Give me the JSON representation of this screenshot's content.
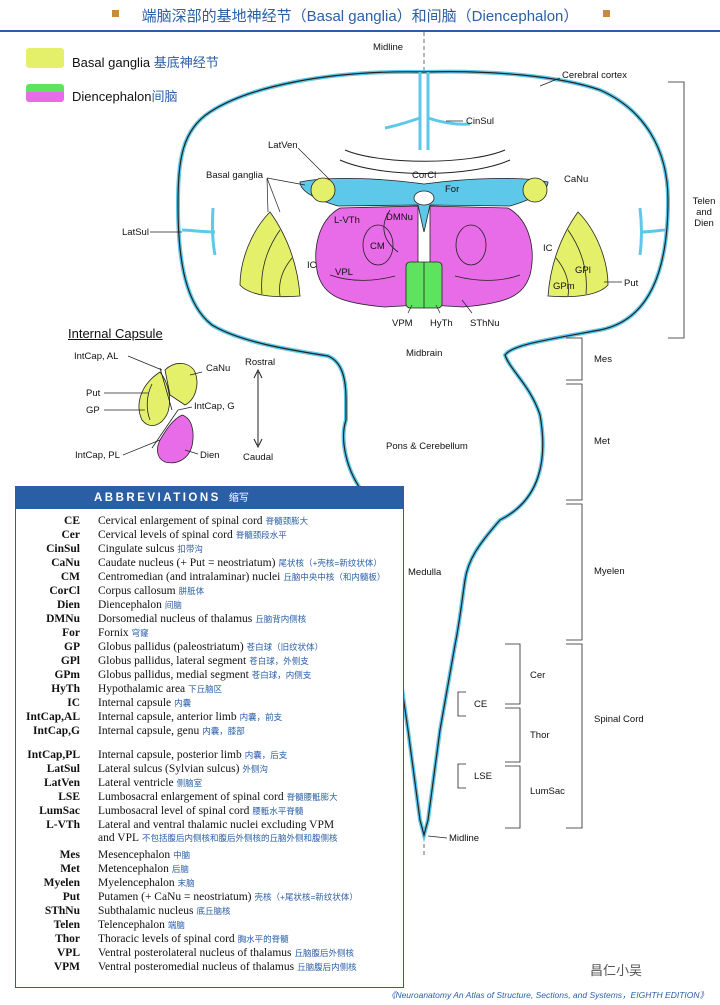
{
  "header": {
    "title": "端脑深部的基地神经节（Basal ganglia）和间脑（Diencephalon）"
  },
  "legend": {
    "items": [
      {
        "label": "Basal ganglia",
        "label_cn": "基底神经节",
        "color": "#e4f06a"
      },
      {
        "label": "Diencephalon",
        "label_cn": "间脑",
        "color": "#e86be8",
        "color2": "#5ee35e"
      }
    ]
  },
  "colors": {
    "ventricle": "#5ec8ea",
    "basal": "#e4f06a",
    "dien": "#e86be8",
    "hyth": "#5ee35e",
    "outline": "#222222",
    "accent": "#2a5fa6"
  },
  "labels": {
    "midline_top": "Midline",
    "cerebral_cortex": "Cerebral cortex",
    "cinsul": "CinSul",
    "latven": "LatVen",
    "basal_ganglia": "Basal ganglia",
    "corcl": "CorCl",
    "canu": "CaNu",
    "for": "For",
    "latsul": "LatSul",
    "lvth": "L-VTh",
    "dmnu": "DMNu",
    "cm": "CM",
    "ic_left": "IC",
    "ic_right": "IC",
    "vpl": "VPL",
    "gpl": "GPl",
    "gpm": "GPm",
    "put": "Put",
    "vpm": "VPM",
    "hyth": "HyTh",
    "sthnu": "SThNu",
    "midbrain": "Midbrain",
    "pons": "Pons & Cerebellum",
    "medulla": "Medulla",
    "lse": "LSE",
    "ce": "CE",
    "midline_bottom": "Midline",
    "telen_dien": [
      "Telen",
      "and",
      "Dien"
    ],
    "mes": "Mes",
    "met": "Met",
    "myelen": "Myelen",
    "spinal_cord": "Spinal Cord",
    "cer": "Cer",
    "thor": "Thor",
    "lumsac": "LumSac"
  },
  "internal_capsule": {
    "title": "Internal Capsule",
    "intcap_al": "IntCap, AL",
    "canu": "CaNu",
    "put": "Put",
    "gp": "GP",
    "intcap_g": "IntCap, G",
    "intcap_pl": "IntCap, PL",
    "dien": "Dien",
    "rostral": "Rostral",
    "caudal": "Caudal"
  },
  "abbreviations": {
    "heading": "ABBREVIATIONS",
    "heading_cn": "缩写",
    "rows": [
      {
        "abbr": "CE",
        "def": "Cervical enlargement of spinal cord",
        "cn": "脊髓颈膨大"
      },
      {
        "abbr": "Cer",
        "def": "Cervical levels of spinal cord",
        "cn": "脊髓颈段水平"
      },
      {
        "abbr": "CinSul",
        "def": "Cingulate sulcus",
        "cn": "扣带沟"
      },
      {
        "abbr": "CaNu",
        "def": "Caudate nucleus (+ Put = neostriatum)",
        "cn": "尾状核（+壳核=新纹状体）"
      },
      {
        "abbr": "CM",
        "def": "Centromedian (and intralaminar) nuclei",
        "cn": "丘脑中央中核（和内髓板）"
      },
      {
        "abbr": "CorCl",
        "def": "Corpus callosum",
        "cn": "胼胝体"
      },
      {
        "abbr": "Dien",
        "def": "Diencephalon",
        "cn": "间脑"
      },
      {
        "abbr": "DMNu",
        "def": "Dorsomedial nucleus of thalamus",
        "cn": "丘脑背内侧核"
      },
      {
        "abbr": "For",
        "def": "Fornix",
        "cn": "穹窿"
      },
      {
        "abbr": "GP",
        "def": "Globus pallidus (paleostriatum)",
        "cn": "苍白球（旧纹状体）"
      },
      {
        "abbr": "GPl",
        "def": "Globus pallidus, lateral segment",
        "cn": "苍白球，外侧支"
      },
      {
        "abbr": "GPm",
        "def": "Globus pallidus, medial segment",
        "cn": "苍白球，内侧支"
      },
      {
        "abbr": "HyTh",
        "def": "Hypothalamic area",
        "cn": "下丘脑区"
      },
      {
        "abbr": "IC",
        "def": "Internal capsule",
        "cn": "内囊"
      },
      {
        "abbr": "IntCap,AL",
        "def": "Internal capsule, anterior limb",
        "cn": "内囊，前支"
      },
      {
        "abbr": "IntCap,G",
        "def": "Internal capsule, genu",
        "cn": "内囊，膝部"
      },
      {
        "abbr": "IntCap,PL",
        "def": "Internal capsule, posterior limb",
        "cn": "内囊，后支"
      },
      {
        "abbr": "LatSul",
        "def": "Lateral sulcus (Sylvian sulcus)",
        "cn": "外侧沟"
      },
      {
        "abbr": "LatVen",
        "def": "Lateral ventricle",
        "cn": "侧脑室"
      },
      {
        "abbr": "LSE",
        "def": "Lumbosacral enlargement of spinal cord",
        "cn": "脊髓腰骶膨大"
      },
      {
        "abbr": "LumSac",
        "def": "Lumbosacral level of spinal cord",
        "cn": "腰骶水平脊髓"
      },
      {
        "abbr": "L-VTh",
        "def": "Lateral and ventral thalamic nuclei excluding VPM",
        "def2": "and VPL",
        "cn": "不包括腹后内侧核和腹后外侧核的丘脑外侧和腹侧核"
      },
      {
        "abbr": "Mes",
        "def": "Mesencephalon",
        "cn": "中脑"
      },
      {
        "abbr": "Met",
        "def": "Metencephalon",
        "cn": "后脑"
      },
      {
        "abbr": "Myelen",
        "def": "Myelencephalon",
        "cn": "末脑"
      },
      {
        "abbr": "Put",
        "def": "Putamen (+ CaNu = neostriatum)",
        "cn": "壳核（+尾状核=新纹状体）"
      },
      {
        "abbr": "SThNu",
        "def": "Subthalamic nucleus",
        "cn": "底丘脑核"
      },
      {
        "abbr": "Telen",
        "def": "Telencephalon",
        "cn": "端脑"
      },
      {
        "abbr": "Thor",
        "def": "Thoracic levels of spinal cord",
        "cn": "胸水平的脊髓"
      },
      {
        "abbr": "VPL",
        "def": "Ventral posterolateral nucleus of thalamus",
        "cn": "丘脑腹后外侧核"
      },
      {
        "abbr": "VPM",
        "def": "Ventral posteromedial nucleus of thalamus",
        "cn": "丘脑腹后内侧核"
      }
    ]
  },
  "watermark": "昌仁小吴",
  "footer": "《Neuroanatomy An Atlas of Structure, Sections, and Systems，EIGHTH EDITION》"
}
